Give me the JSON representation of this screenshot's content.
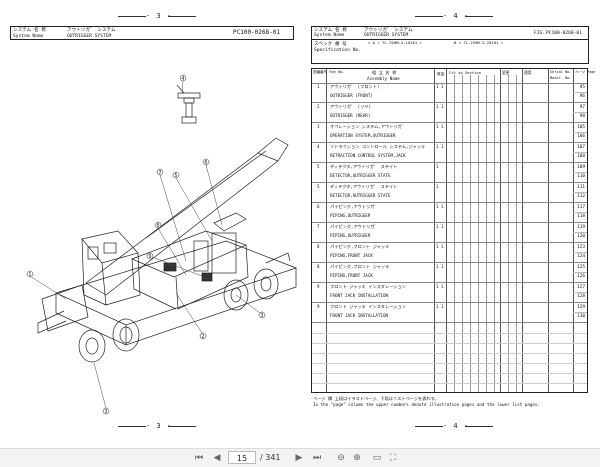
{
  "left_page": {
    "top_page_number": "- 3 -",
    "bottom_page_number": "- 3 -",
    "header": {
      "system_label_jp": "システム 名 称",
      "system_value_jp": "アウトリガ゛ システム",
      "system_label_en": "System  Name",
      "system_value_en": "OUTRIGGER SYSTEM",
      "fig_code": "PC100-0268-01"
    },
    "callouts": [
      "4",
      "5",
      "6",
      "7",
      "8",
      "9",
      "3",
      "2",
      "1"
    ]
  },
  "right_page": {
    "top_page_number": "- 4 -",
    "bottom_page_number": "- 4 -",
    "header": {
      "system_label_jp": "システム 名 称",
      "system_value_jp": "アウトリガ゛ システム",
      "system_label_en": "System  Name",
      "system_value_en": "OUTRIGGER SYSTEM",
      "fig_label": "FIG.",
      "fig_code": "PC100-0268-01",
      "spec_label_jp": "スペック 番 号",
      "spec_label_en": "Specification  No.",
      "spec_a": "> A < TL-250M-5-10101    >",
      "spec_b": "B < TL-250M-5-20101    >"
    },
    "table": {
      "col_headers": {
        "key": "図番番号 Key No.",
        "assembly_jp": "組 立 名 称",
        "assembly_en": "Assembly  Name",
        "qty": "数量",
        "fit_section": "Fit to Section",
        "change": "変更",
        "remark": "適用",
        "serial": "Serial No.",
        "modif": "Modif. No.",
        "page": "ページ Page"
      },
      "rows": [
        {
          "key": "1",
          "jp": "アウトリガ゛ (フロント)",
          "en": "OUTRIGGER (FRONT)",
          "qty": "1 1",
          "pages": [
            "95",
            "96"
          ]
        },
        {
          "key": "2",
          "jp": "アウトリガ゛ (リヤ)",
          "en": "OUTRIGGER (REAR)",
          "qty": "1 1",
          "pages": [
            "97",
            "98"
          ]
        },
        {
          "key": "3",
          "jp": "オペレーション システム,アウトリガ゛",
          "en": "OPERATION SYSTEM,OUTRIGGER",
          "qty": "1 1",
          "pages": [
            "105",
            "106"
          ]
        },
        {
          "key": "4",
          "jp": "リトラクション コントロール システム,ジャッキ",
          "en": "RETRACTION CONTROL SYSTEM,JACK",
          "qty": "1 1",
          "pages": [
            "107",
            "108"
          ]
        },
        {
          "key": "5",
          "jp": "ディテクタ,アウトリガ゛ ステイト",
          "en": "DETECTOR,OUTRIGGER STATE",
          "qty": "1",
          "pages": [
            "109",
            "110"
          ]
        },
        {
          "key": "5",
          "jp": "ディテクタ,アウトリガ゛ ステイト",
          "en": "DETECTOR,OUTRIGGER STATE",
          "qty": "1",
          "pages": [
            "111",
            "112"
          ]
        },
        {
          "key": "6",
          "jp": "パイピング,アウトリガ゛",
          "en": "PIPING,OUTRIGGER",
          "qty": "1 1",
          "pages": [
            "117",
            "118"
          ]
        },
        {
          "key": "7",
          "jp": "パイピング,アウトリガ゛",
          "en": "PIPING,OUTRIGGER",
          "qty": "1 1",
          "pages": [
            "119",
            "120"
          ]
        },
        {
          "key": "8",
          "jp": "パイピング,フロント ジャッキ",
          "en": "PIPING,FRONT JACK",
          "qty": "1 1",
          "pages": [
            "123",
            "124"
          ]
        },
        {
          "key": "8",
          "jp": "パイピング,フロント ジャッキ",
          "en": "PIPING,FRONT JACK",
          "qty": "1 1",
          "pages": [
            "125",
            "126"
          ]
        },
        {
          "key": "9",
          "jp": "フロント ジャッキ インスタレーション",
          "en": "FRONT JACK INSTALLATION",
          "qty": "1 1",
          "pages": [
            "127",
            "128"
          ]
        },
        {
          "key": "9",
          "jp": "フロント ジャッキ インスタレーション",
          "en": "FRONT JACK INSTALLATION",
          "qty": "1 1",
          "pages": [
            "129",
            "130"
          ]
        }
      ]
    },
    "footer_jp": "ページ 欄 上段はイラストページ、下段はリストページを表わす。",
    "footer_en": "In the \"page\" column the upper numbers denote illustration pages and the lower list pages."
  },
  "toolbar": {
    "current_page": "15",
    "total_pages": "/ 341"
  }
}
